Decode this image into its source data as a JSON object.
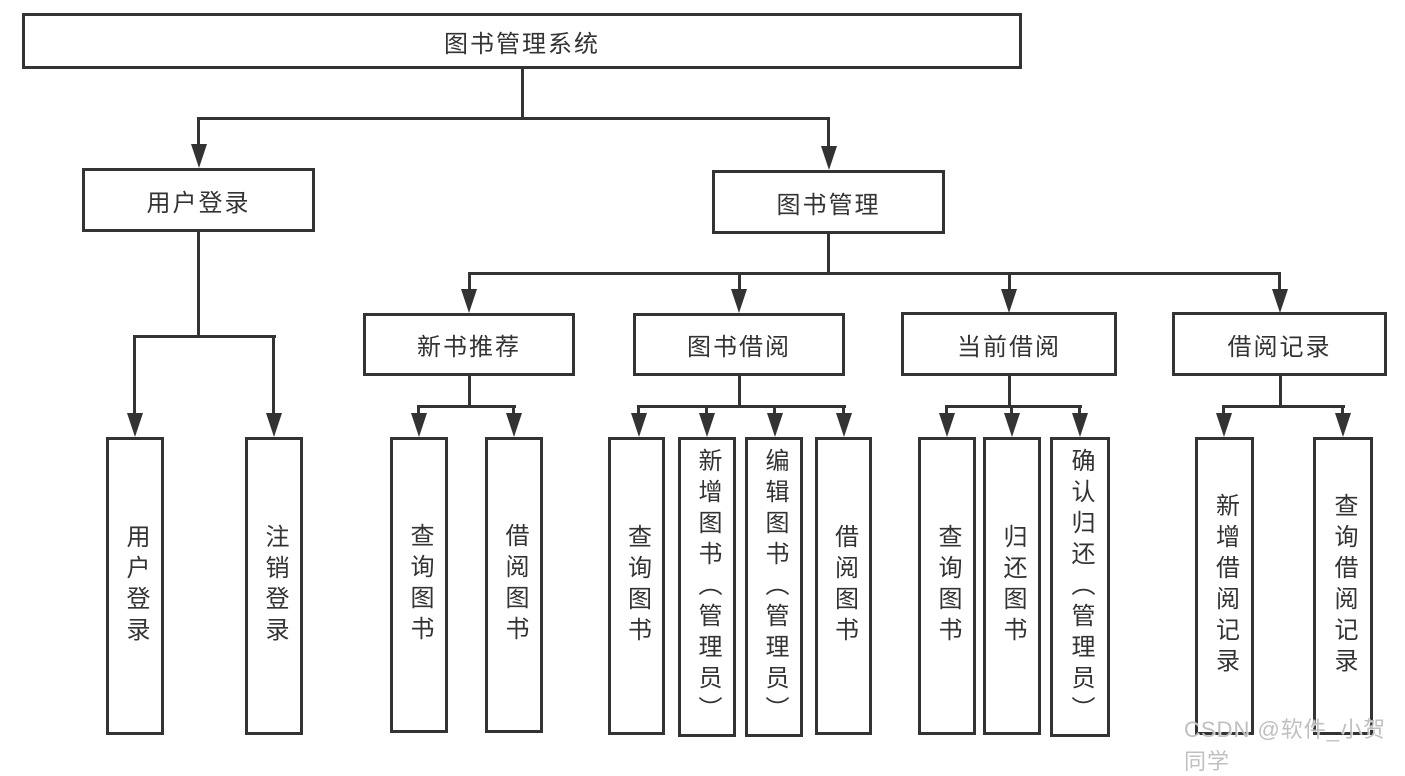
{
  "colors": {
    "line": "#333333",
    "text": "#333333",
    "box_background": "#ffffff",
    "page_background": "#ffffff",
    "watermark": "#bbbbbb"
  },
  "tree": {
    "root": {
      "label": "图书管理系统"
    },
    "level2": [
      {
        "label": "用户登录"
      },
      {
        "label": "图书管理"
      }
    ],
    "level3": [
      {
        "label": "新书推荐"
      },
      {
        "label": "图书借阅"
      },
      {
        "label": "当前借阅"
      },
      {
        "label": "借阅记录"
      }
    ],
    "leaves": {
      "user": [
        {
          "label": "用户登录"
        },
        {
          "label": "注销登录"
        }
      ],
      "recommend": [
        {
          "label": "查询图书"
        },
        {
          "label": "借阅图书"
        }
      ],
      "borrow": [
        {
          "label": "查询图书"
        },
        {
          "label": "新增图书（管理员）"
        },
        {
          "label": "编辑图书（管理员）"
        },
        {
          "label": "借阅图书"
        }
      ],
      "current": [
        {
          "label": "查询图书"
        },
        {
          "label": "归还图书"
        },
        {
          "label": "确认归还（管理员）"
        }
      ],
      "records": [
        {
          "label": "新增借阅记录"
        },
        {
          "label": "查询借阅记录"
        }
      ]
    }
  },
  "watermark": {
    "text": "CSDN @软件_小贺同学"
  }
}
